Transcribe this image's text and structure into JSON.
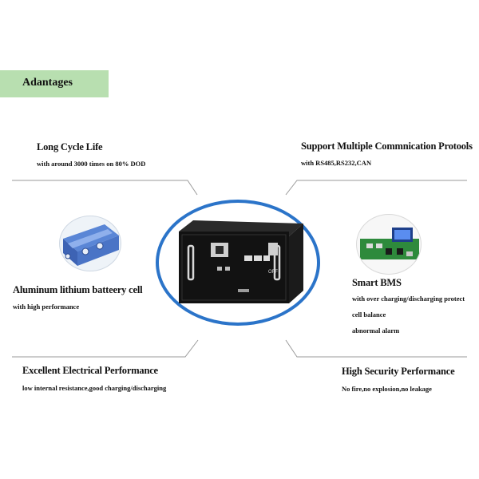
{
  "header": {
    "title": "Adantages"
  },
  "features": {
    "long_cycle": {
      "title": "Long Cycle Life",
      "desc": "with around 3000 times on 80% DOD"
    },
    "protocols": {
      "title": "Support Multiple Commnication Protools",
      "desc": "with RS485,RS232,CAN"
    },
    "aluminum_cell": {
      "title": "Aluminum lithium batteery cell",
      "desc": "with high performance"
    },
    "smart_bms": {
      "title": "Smart BMS",
      "desc_lines": [
        "with over charging/discharging protect",
        "cell balance",
        "abnormal alarm"
      ]
    },
    "electrical": {
      "title": "Excellent Electrical Performance",
      "desc": "low internal resistance,good charging/discharging"
    },
    "security": {
      "title": "High Security Performance",
      "desc": "No fire,no explosion,no leakage"
    }
  },
  "device": {
    "switch_label": "OFF"
  },
  "colors": {
    "banner": "#b8dfb0",
    "ring": "#2b74c9",
    "line": "#9a9a9a"
  }
}
